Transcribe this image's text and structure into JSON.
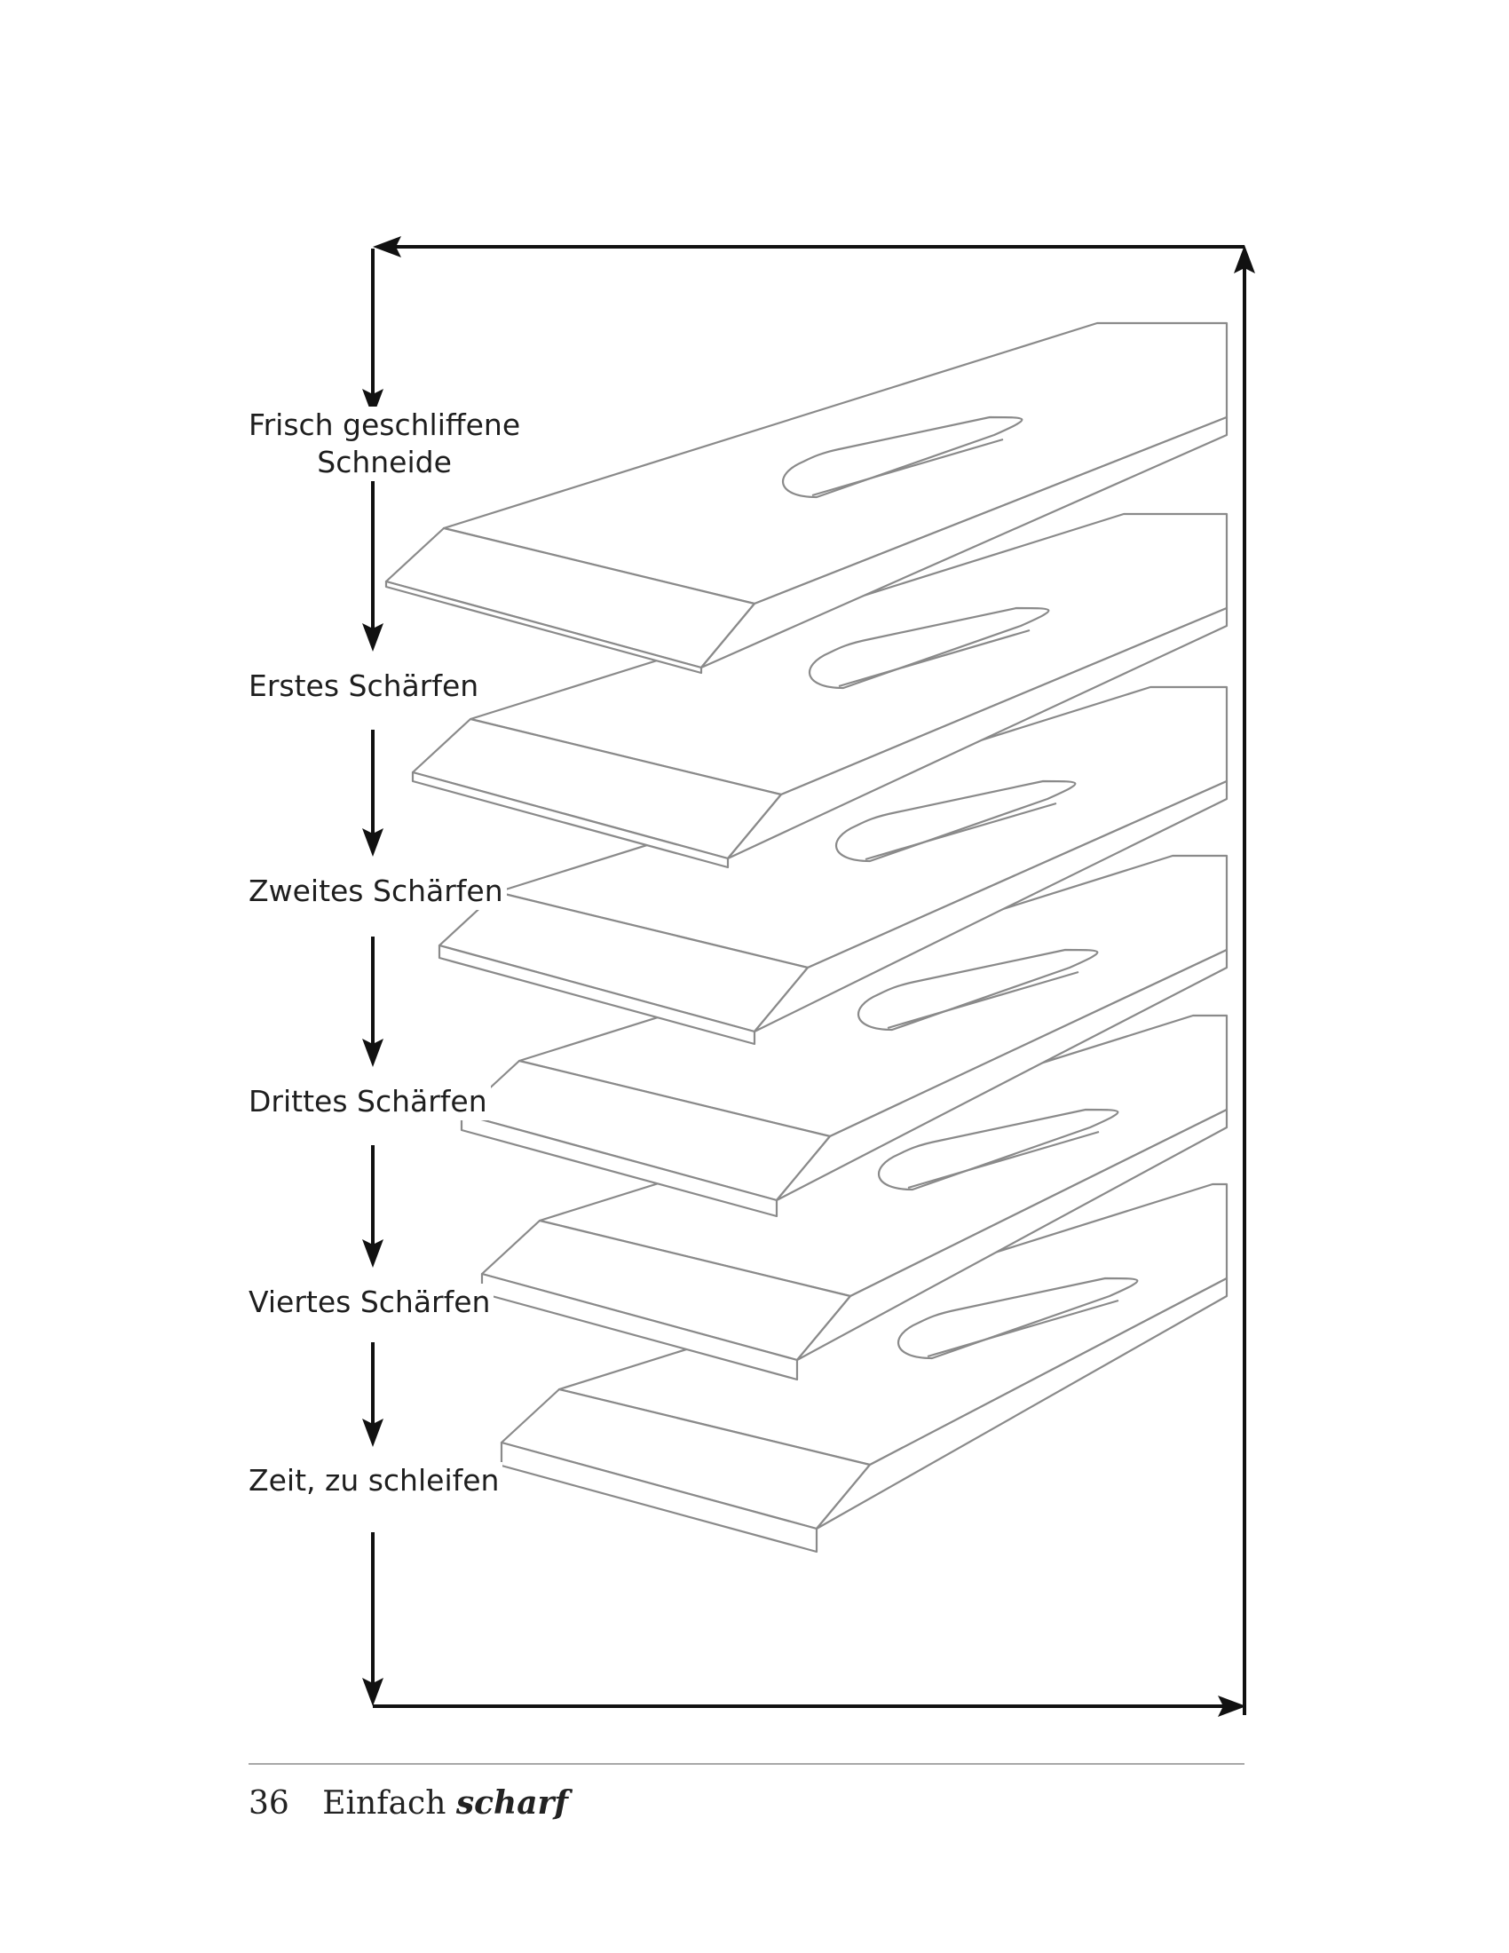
{
  "stages": [
    {
      "label": "Frisch geschliffene\nSchneide"
    },
    {
      "label": "Erstes Schärfen"
    },
    {
      "label": "Zweites Schärfen"
    },
    {
      "label": "Drittes Schärfen"
    },
    {
      "label": "Viertes Schärfen"
    },
    {
      "label": "Zeit, zu schleifen"
    }
  ],
  "footer": {
    "page_number": "36",
    "title_regular": "Einfach",
    "title_italic": "scharf"
  },
  "colors": {
    "blade_outline": "#8a8a8a",
    "arrow": "#111111",
    "footer_rule": "#a8a8a8"
  }
}
